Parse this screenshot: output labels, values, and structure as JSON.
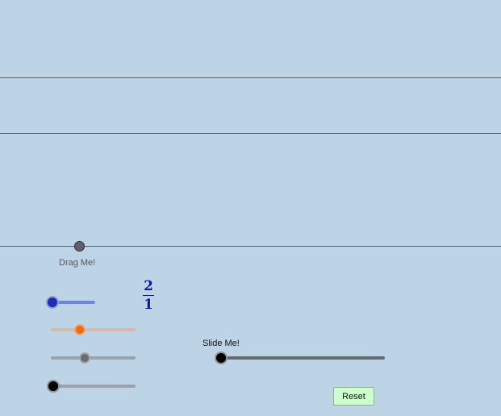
{
  "canvas": {
    "drag_point_label": "Drag Me!",
    "slide_label": "Slide Me!",
    "reset_label": "Reset",
    "fraction": {
      "numerator": "2",
      "denominator": "1"
    },
    "line_slider_position": 0,
    "sliders": [
      {
        "name": "blue-slider",
        "value": 0,
        "color": "#1b2fb5"
      },
      {
        "name": "orange-slider",
        "value": 0.34,
        "color": "#f06a10"
      },
      {
        "name": "gray-slider",
        "value": 0.4,
        "color": "#6a6d70"
      },
      {
        "name": "black-slider",
        "value": 0,
        "color": "#000000"
      }
    ]
  }
}
